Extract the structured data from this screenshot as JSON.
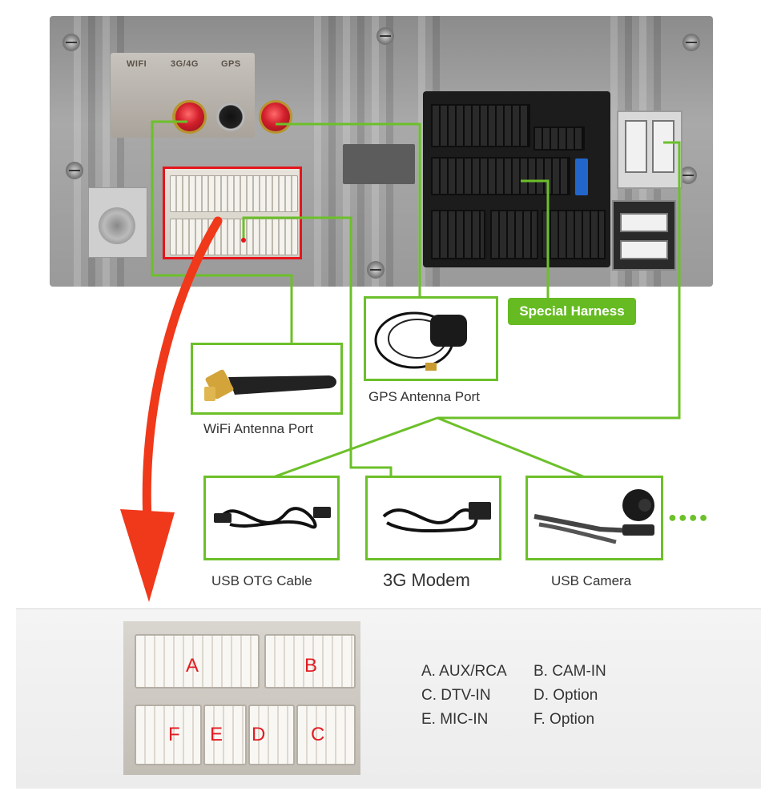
{
  "panel": {
    "port_labels": [
      "WIFI",
      "3G/4G",
      "GPS"
    ]
  },
  "callouts": {
    "special_harness": "Special Harness",
    "wifi": "WiFi Antenna Port",
    "gps": "GPS Antenna Port",
    "usb_otg": "USB OTG Cable",
    "modem": "3G Modem",
    "camera": "USB Camera",
    "more": "●●●●"
  },
  "connector": {
    "letters": [
      "A",
      "B",
      "F",
      "E",
      "D",
      "C"
    ]
  },
  "legend": [
    "A. AUX/RCA",
    "B. CAM-IN",
    "C. DTV-IN",
    "D. Option",
    "E. MIC-IN",
    "F. Option"
  ],
  "colors": {
    "callout_green": "#6cc02a",
    "highlight_red": "#e6141b",
    "arrow_red": "#f0381a"
  }
}
